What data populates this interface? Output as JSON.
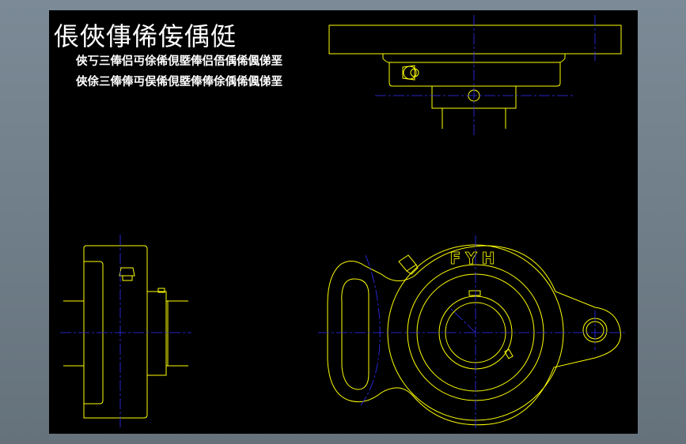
{
  "title": {
    "main": "倀俠倳俙侫偊侹",
    "line1": "俠丂三俸侣丏俆俙俔塈俸侣俉偊俙偑俤垩",
    "line2": "俠俆三俸俸丏俣俙俔塈俸俸俆偊俙偑俤垩"
  },
  "drawing": {
    "embossed_text": "FYH"
  },
  "colors": {
    "background": "#000000",
    "outline": "#ffff00",
    "centerline": "#3030ff",
    "text": "#ffffff",
    "window_frame": "#6f7d88"
  }
}
